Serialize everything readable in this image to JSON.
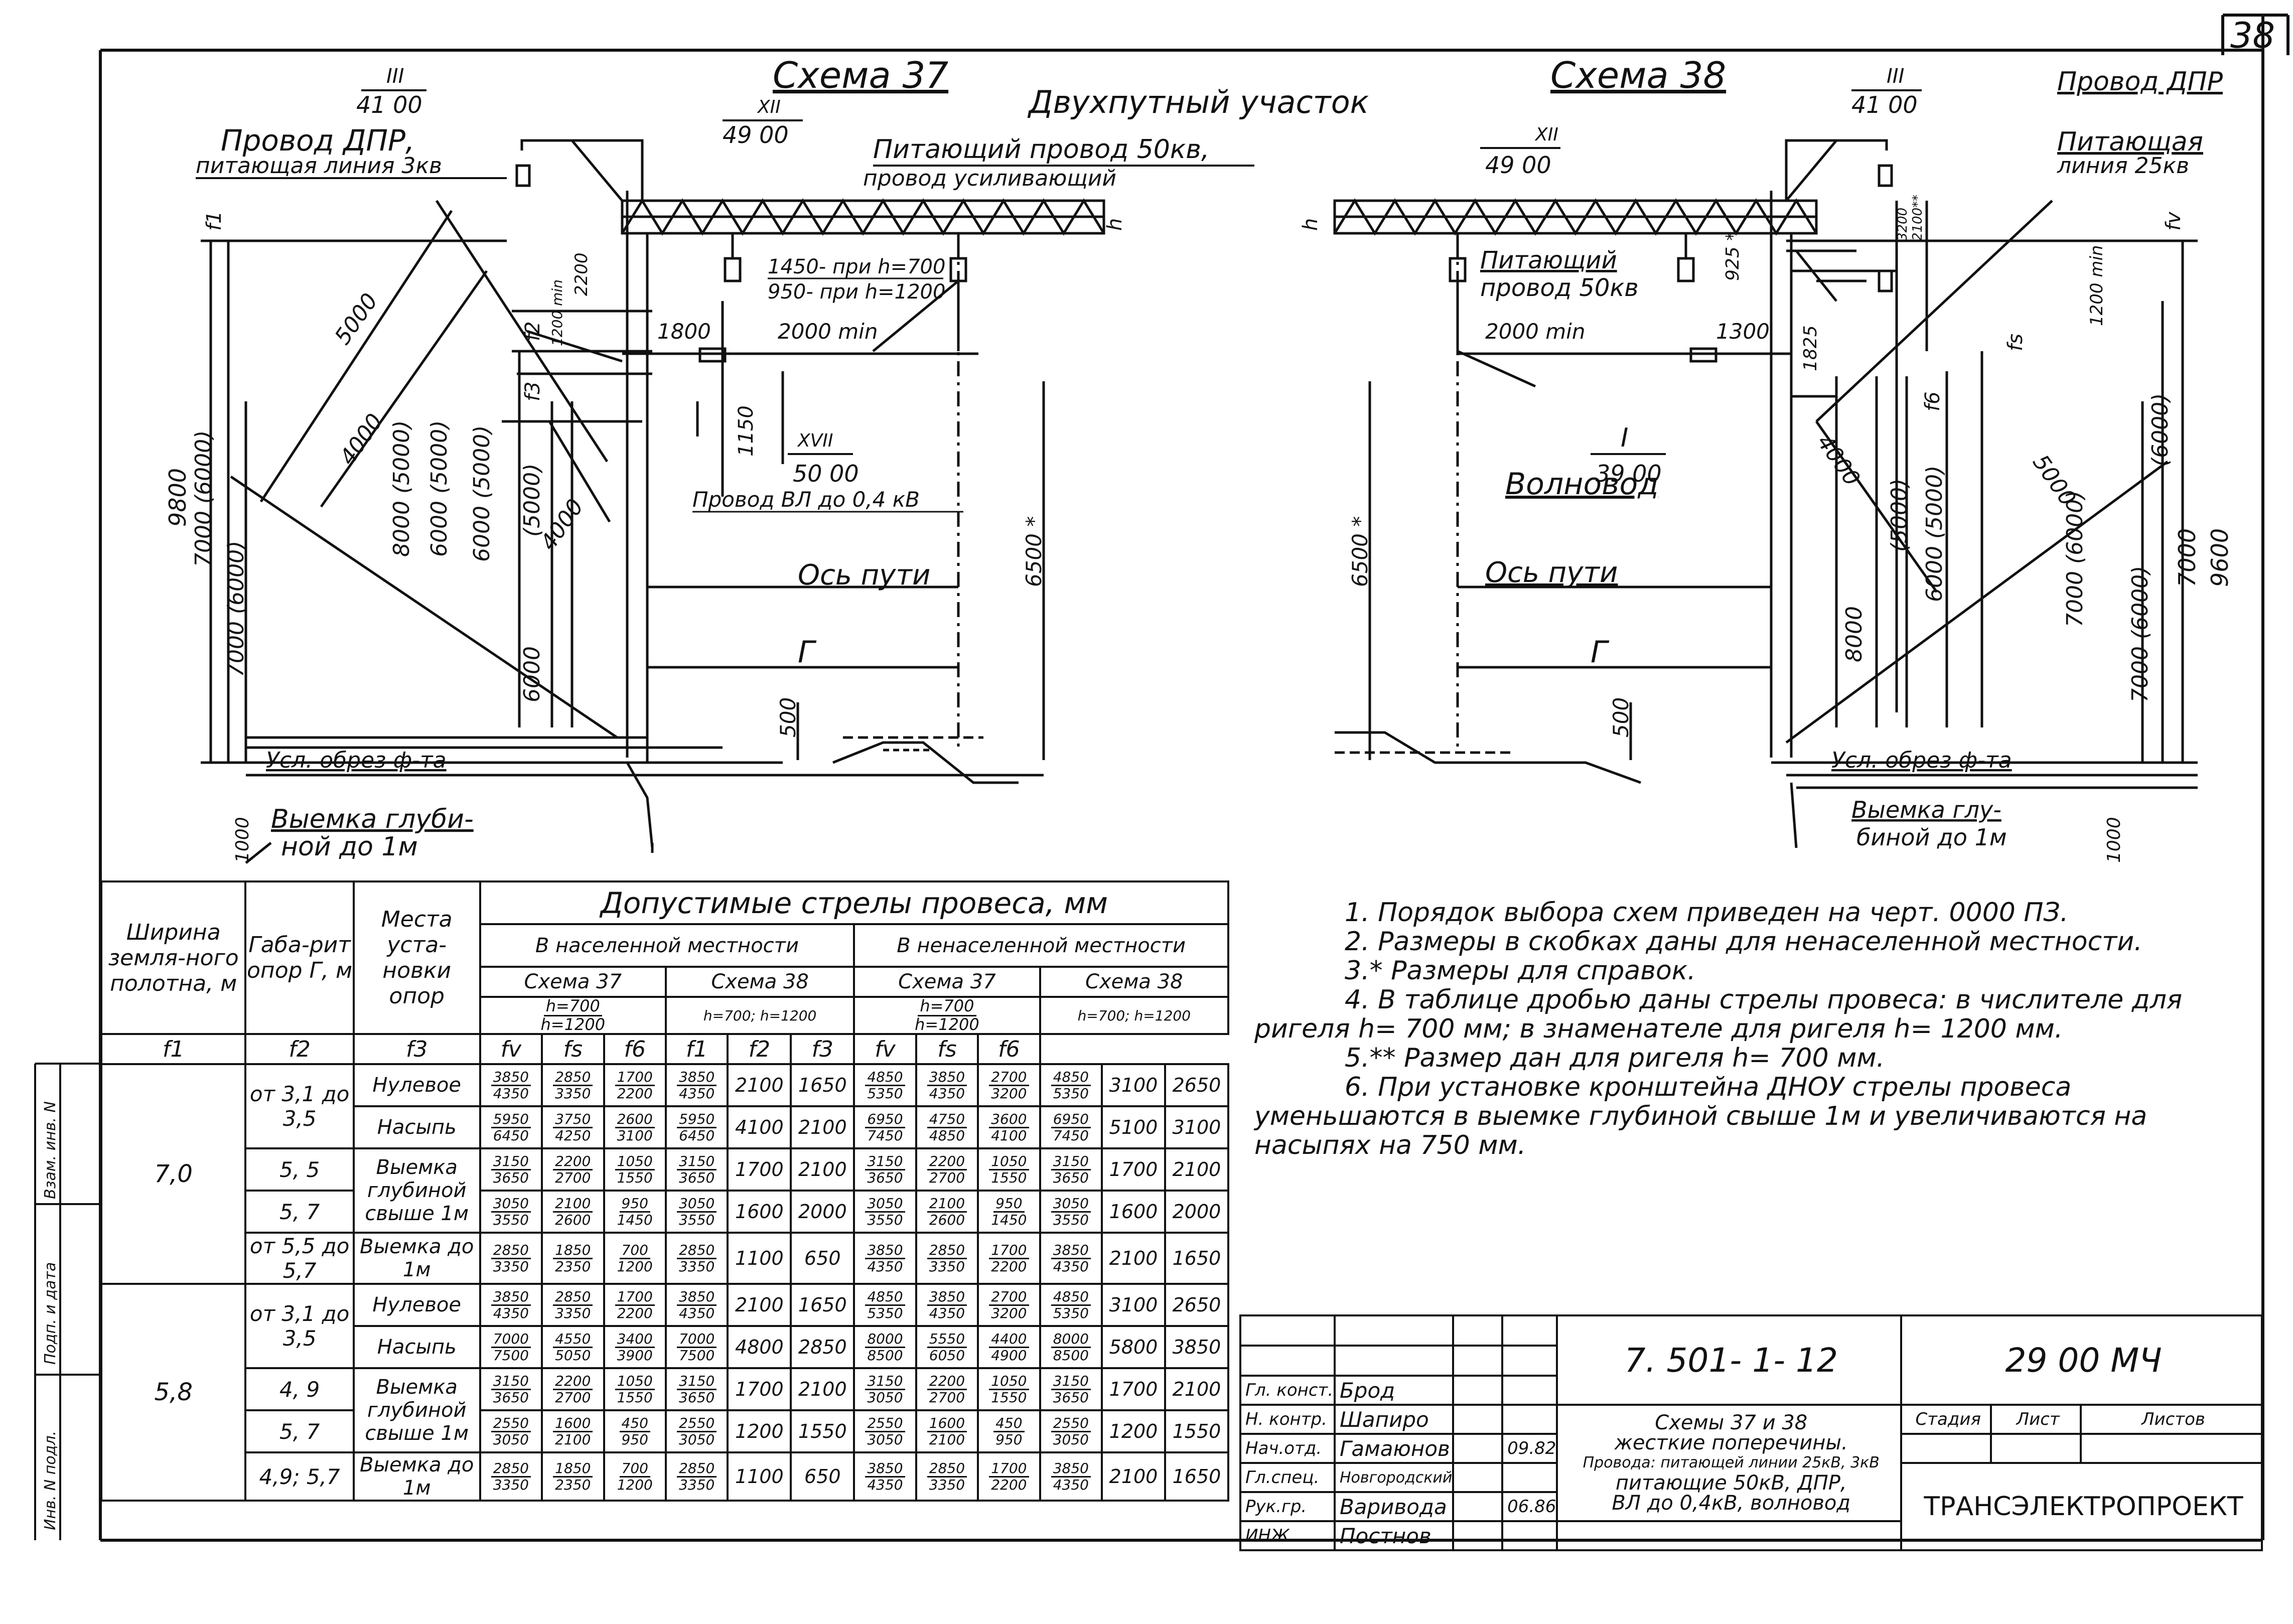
{
  "sheet_number": "38",
  "scheme37": {
    "title": "Схема 37",
    "subtitle": "Двухпутный участок",
    "support_top_label": "III",
    "support_top_value": "41 00",
    "support_mid_label": "XII",
    "support_mid_value": "49 00",
    "support_low_label": "XVII",
    "support_low_value": "50 00",
    "label_dpr": "Провод ДПР,",
    "label_dpr2": "питающая линия 3кв",
    "label_feed": "Питающий провод 50кв,",
    "label_reinf": "провод усиливающий",
    "label_450": "1450- при h=700",
    "label_950": "950- при h=1200",
    "label_1800": "1800",
    "label_2000min": "2000 min",
    "label_1150": "1150",
    "label_vl": "Провод ВЛ до 0,4 кВ",
    "label_track": "Ось пути",
    "label_g": "Г",
    "label_500": "500",
    "label_6500": "6500 *",
    "label_cut": "Усл. обрез  ф-та",
    "label_notch": "Выемка глуби-",
    "label_notch2": "ной до 1м",
    "label_1000": "1000",
    "dims": [
      "9800",
      "7000 (6000)",
      "7000 (6000)",
      "5000",
      "4000",
      "8000 (5000)",
      "6000 (5000)",
      "6000 (5000)",
      "(5000)",
      "4000",
      "6000",
      "2200",
      "1200 min",
      "f1",
      "f2",
      "f3",
      "h"
    ]
  },
  "scheme38": {
    "title": "Схема 38",
    "support_top_label": "III",
    "support_top_value": "41 00",
    "support_mid_label": "XII",
    "support_mid_value": "49 00",
    "support_low_label": "I",
    "support_low_value": "39 00",
    "label_dpr": "Провод ДПР",
    "label_feed_line": "Питающая",
    "label_feed_line2": "линия 25кв",
    "label_feed": "Питающий",
    "label_feed2": "провод 50кв",
    "label_2000min": "2000 min",
    "label_1300": "1300",
    "label_1825": "1825",
    "label_925": "925 *",
    "label_wave": "Волновод",
    "label_track": "Ось пути",
    "label_g": "Г",
    "label_500": "500",
    "label_6500": "6500 *",
    "label_cut": "Усл.  обрез  ф-та",
    "label_notch": "Выемка  глу-",
    "label_notch2": "биной до 1м",
    "label_1000": "1000",
    "dims": [
      "9600",
      "7000",
      "7000 (6000)",
      "(6000)",
      "7000 (6000)",
      "6000 (5000)",
      "(5000)",
      "8000",
      "4000",
      "5000",
      "1200 min",
      "3200",
      "2100**",
      "fv",
      "fs",
      "f6",
      "h"
    ]
  },
  "table": {
    "title": "Допустимые стрелы провеса, мм",
    "col_width": "Ширина земля-ного полотна, м",
    "col_gabarit": "Габа-рит опор Г, м",
    "col_place": "Места уста-новки опор",
    "populated": "В населенной местности",
    "unpopulated": "В ненаселенной местности",
    "scheme37": "Схема 37",
    "scheme38": "Схема 38",
    "h_a": "h=700",
    "h_b": "h=1200",
    "h_c": "h=700; h=1200",
    "f_headers": [
      "f1",
      "f2",
      "f3",
      "fv",
      "fs",
      "f6",
      "f1",
      "f2",
      "f3",
      "fv",
      "fs",
      "f6"
    ],
    "groups": [
      {
        "width": "7,0",
        "rows": [
          {
            "gab": "от 3,1 до 3,5",
            "place": "Нулевое",
            "cells": [
              [
                "3850",
                "4350"
              ],
              [
                "2850",
                "3350"
              ],
              [
                "1700",
                "2200"
              ],
              [
                "3850",
                "4350"
              ],
              "2100",
              "1650",
              [
                "4850",
                "5350"
              ],
              [
                "3850",
                "4350"
              ],
              [
                "2700",
                "3200"
              ],
              [
                "4850",
                "5350"
              ],
              "3100",
              "2650"
            ]
          },
          {
            "gab": "",
            "place": "Насыпь",
            "cells": [
              [
                "5950",
                "6450"
              ],
              [
                "3750",
                "4250"
              ],
              [
                "2600",
                "3100"
              ],
              [
                "5950",
                "6450"
              ],
              "4100",
              "2100",
              [
                "6950",
                "7450"
              ],
              [
                "4750",
                "4850"
              ],
              [
                "3600",
                "4100"
              ],
              [
                "6950",
                "7450"
              ],
              "5100",
              "3100"
            ]
          },
          {
            "gab": "5, 5",
            "place": "Выемка глубиной свыше 1м",
            "cells": [
              [
                "3150",
                "3650"
              ],
              [
                "2200",
                "2700"
              ],
              [
                "1050",
                "1550"
              ],
              [
                "3150",
                "3650"
              ],
              "1700",
              "2100",
              [
                "3150",
                "3650"
              ],
              [
                "2200",
                "2700"
              ],
              [
                "1050",
                "1550"
              ],
              [
                "3150",
                "3650"
              ],
              "1700",
              "2100"
            ]
          },
          {
            "gab": "5, 7",
            "place": "",
            "cells": [
              [
                "3050",
                "3550"
              ],
              [
                "2100",
                "2600"
              ],
              [
                "950",
                "1450"
              ],
              [
                "3050",
                "3550"
              ],
              "1600",
              "2000",
              [
                "3050",
                "3550"
              ],
              [
                "2100",
                "2600"
              ],
              [
                "950",
                "1450"
              ],
              [
                "3050",
                "3550"
              ],
              "1600",
              "2000"
            ]
          },
          {
            "gab": "от 5,5 до 5,7",
            "place": "Выемка до 1м",
            "cells": [
              [
                "2850",
                "3350"
              ],
              [
                "1850",
                "2350"
              ],
              [
                "700",
                "1200"
              ],
              [
                "2850",
                "3350"
              ],
              "1100",
              "650",
              [
                "3850",
                "4350"
              ],
              [
                "2850",
                "3350"
              ],
              [
                "1700",
                "2200"
              ],
              [
                "3850",
                "4350"
              ],
              "2100",
              "1650"
            ]
          }
        ]
      },
      {
        "width": "5,8",
        "rows": [
          {
            "gab": "от 3,1 до 3,5",
            "place": "Нулевое",
            "cells": [
              [
                "3850",
                "4350"
              ],
              [
                "2850",
                "3350"
              ],
              [
                "1700",
                "2200"
              ],
              [
                "3850",
                "4350"
              ],
              "2100",
              "1650",
              [
                "4850",
                "5350"
              ],
              [
                "3850",
                "4350"
              ],
              [
                "2700",
                "3200"
              ],
              [
                "4850",
                "5350"
              ],
              "3100",
              "2650"
            ]
          },
          {
            "gab": "",
            "place": "Насыпь",
            "cells": [
              [
                "7000",
                "7500"
              ],
              [
                "4550",
                "5050"
              ],
              [
                "3400",
                "3900"
              ],
              [
                "7000",
                "7500"
              ],
              "4800",
              "2850",
              [
                "8000",
                "8500"
              ],
              [
                "5550",
                "6050"
              ],
              [
                "4400",
                "4900"
              ],
              [
                "8000",
                "8500"
              ],
              "5800",
              "3850"
            ]
          },
          {
            "gab": "4, 9",
            "place": "Выемка глубиной свыше 1м",
            "cells": [
              [
                "3150",
                "3650"
              ],
              [
                "2200",
                "2700"
              ],
              [
                "1050",
                "1550"
              ],
              [
                "3150",
                "3650"
              ],
              "1700",
              "2100",
              [
                "3150",
                "3050"
              ],
              [
                "2200",
                "2700"
              ],
              [
                "1050",
                "1550"
              ],
              [
                "3150",
                "3650"
              ],
              "1700",
              "2100"
            ]
          },
          {
            "gab": "5, 7",
            "place": "",
            "cells": [
              [
                "2550",
                "3050"
              ],
              [
                "1600",
                "2100"
              ],
              [
                "450",
                "950"
              ],
              [
                "2550",
                "3050"
              ],
              "1200",
              "1550",
              [
                "2550",
                "3050"
              ],
              [
                "1600",
                "2100"
              ],
              [
                "450",
                "950"
              ],
              [
                "2550",
                "3050"
              ],
              "1200",
              "1550"
            ]
          },
          {
            "gab": "4,9; 5,7",
            "place": "Выемка до 1м",
            "cells": [
              [
                "2850",
                "3350"
              ],
              [
                "1850",
                "2350"
              ],
              [
                "700",
                "1200"
              ],
              [
                "2850",
                "3350"
              ],
              "1100",
              "650",
              [
                "3850",
                "4350"
              ],
              [
                "2850",
                "3350"
              ],
              [
                "1700",
                "2200"
              ],
              [
                "3850",
                "4350"
              ],
              "2100",
              "1650"
            ]
          }
        ]
      }
    ]
  },
  "notes": [
    "1. Порядок выбора схем приведен на черт. 0000 ПЗ.",
    "2. Размеры в скобках даны для ненаселенной местности.",
    "3.* Размеры для справок.",
    "4. В таблице дробью даны стрелы провеса: в числителе для ригеля h= 700 мм; в знаменателе для ригеля h= 1200 мм.",
    "5.** Размер дан для ригеля h= 700 мм.",
    "6. При установке кронштейна ДНОУ стрелы провеса уменьшаются в выемке глубиной свыше 1м и увеличиваются на насыпях на 750 мм."
  ],
  "stamp": {
    "code": "7. 501- 1- 12",
    "sheet_code": "29 00 МЧ",
    "roles": [
      "Гл. конст.",
      "Н. контр.",
      "Нач.отд.",
      "Гл.спец.",
      "Рук.гр.",
      "ИНЖ."
    ],
    "names": [
      "Брод",
      "Шапиро",
      "Гамаюнов",
      "Новгородский",
      "Варивода",
      "Постнов"
    ],
    "dates": [
      "",
      "",
      "09.82",
      "",
      "06.86",
      ""
    ],
    "title_lines": [
      "Схемы 37 и 38",
      "жесткие поперечины.",
      "Провода: питающей линии 25кВ, 3кВ",
      "питающие 50кВ, ДПР,",
      "ВЛ до 0,4кВ,           волновод"
    ],
    "stage": "Стадия",
    "sheet": "Лист",
    "sheets": "Листов",
    "org": "ТРАНСЭЛЕКТРОПРОЕКТ"
  },
  "margin_labels": [
    "Взам. инв. N",
    "Подп. и дата",
    "Инв. N подл."
  ]
}
